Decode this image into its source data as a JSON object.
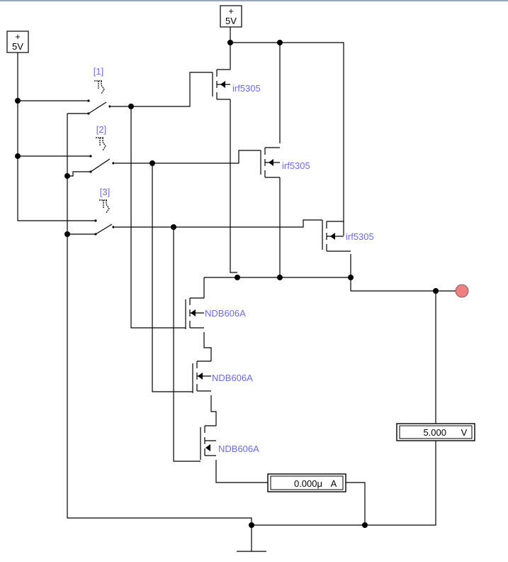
{
  "sources": {
    "vcc_left": {
      "plus": "+",
      "value": "5V"
    },
    "vcc_top": {
      "plus": "+",
      "value": "5V"
    }
  },
  "switches": [
    {
      "key": "[1]"
    },
    {
      "key": "[2]"
    },
    {
      "key": "[3]"
    }
  ],
  "pmos": [
    {
      "model": "irf5305"
    },
    {
      "model": "irf5305"
    },
    {
      "model": "irf5305"
    }
  ],
  "nmos": [
    {
      "model": "NDB606A"
    },
    {
      "model": "NDB606A"
    },
    {
      "model": "NDB606A"
    }
  ],
  "voltmeter": {
    "value": "5.000",
    "unit": "V"
  },
  "ammeter": {
    "value": "0.000μ",
    "unit": "A"
  },
  "colors": {
    "label": "#6a6ae0",
    "probe": "#f08080",
    "wire": "#000000"
  }
}
